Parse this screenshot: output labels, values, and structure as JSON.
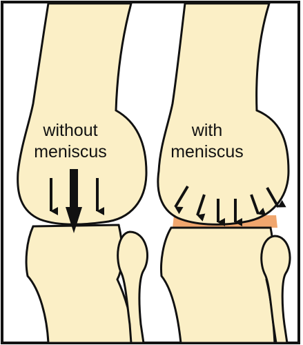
{
  "figure": {
    "left_label": {
      "line1": "without",
      "line2": "meniscus"
    },
    "right_label": {
      "line1": "with",
      "line2": "meniscus"
    }
  },
  "colors": {
    "bone_fill": "#fbefc6",
    "outline": "#111111",
    "meniscus": "#f0a66e",
    "frame": "#111111",
    "background": "#ffffff"
  }
}
